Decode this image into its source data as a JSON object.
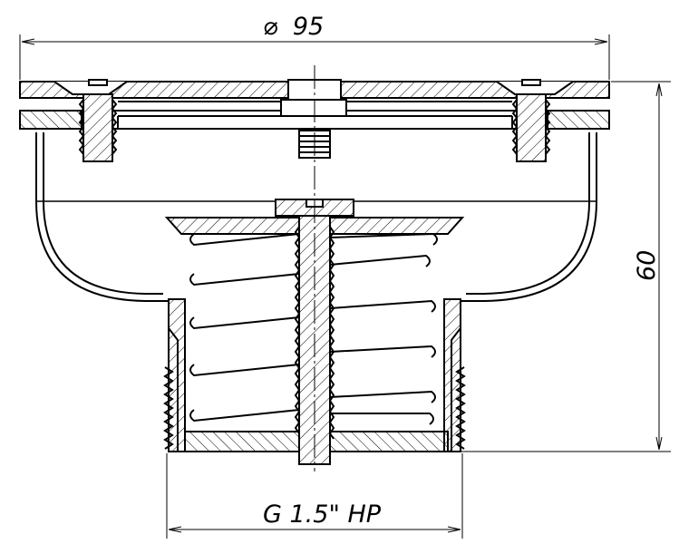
{
  "drawing": {
    "dimensions": {
      "diameter_symbol": "⌀",
      "diameter_value": "95",
      "height_value": "60",
      "thread_label": "G 1.5\" HP"
    },
    "colors": {
      "line": "#000000",
      "background": "#ffffff"
    }
  }
}
